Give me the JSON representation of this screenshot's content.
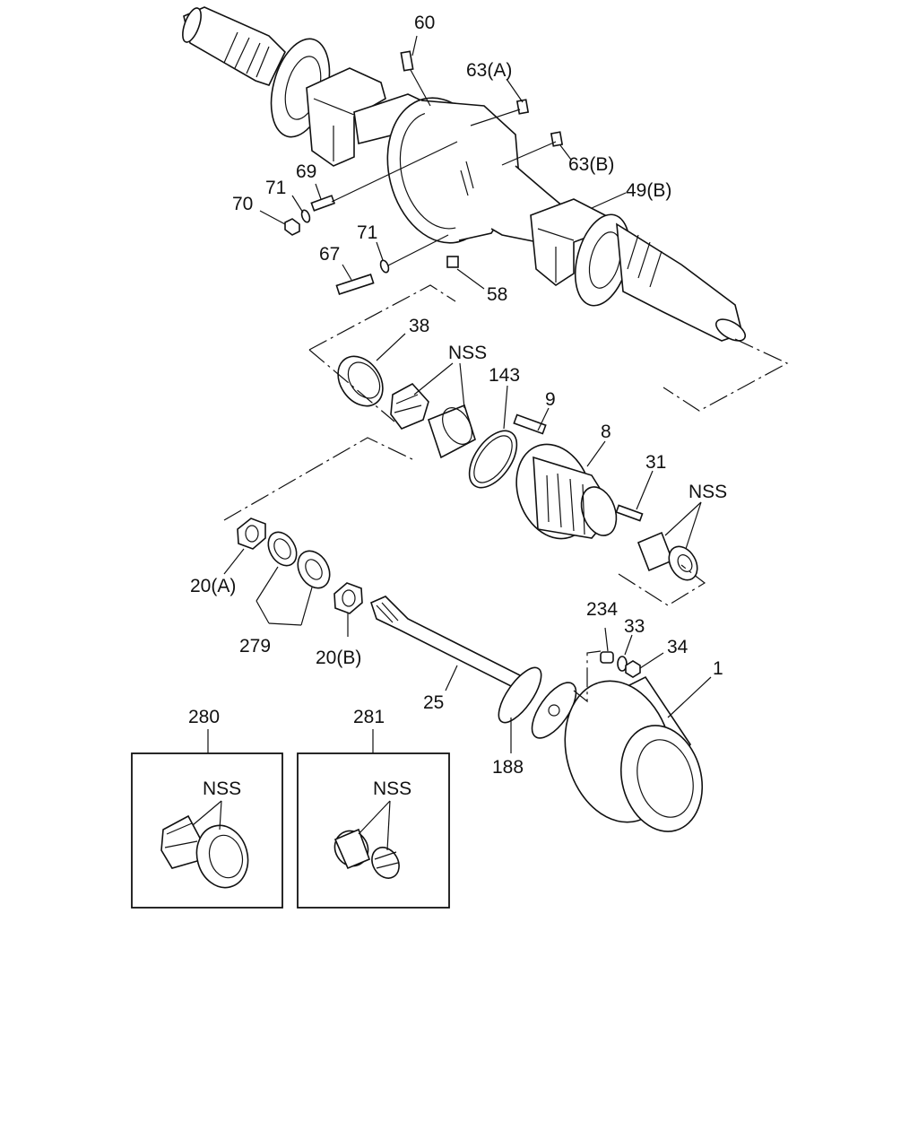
{
  "labels": {
    "p60": "60",
    "p63a": "63(A)",
    "p63b": "63(B)",
    "p69": "69",
    "p71a": "71",
    "p70": "70",
    "p49b": "49(B)",
    "p71b": "71",
    "p67": "67",
    "p58": "58",
    "p38": "38",
    "nss1": "NSS",
    "p143": "143",
    "p9": "9",
    "p8": "8",
    "p31": "31",
    "nss2": "NSS",
    "p20a": "20(A)",
    "p279": "279",
    "p20b": "20(B)",
    "p234": "234",
    "p33": "33",
    "p34": "34",
    "p1": "1",
    "p25": "25",
    "p188": "188",
    "p280": "280",
    "p281": "281",
    "nss3": "NSS",
    "nss4": "NSS"
  }
}
